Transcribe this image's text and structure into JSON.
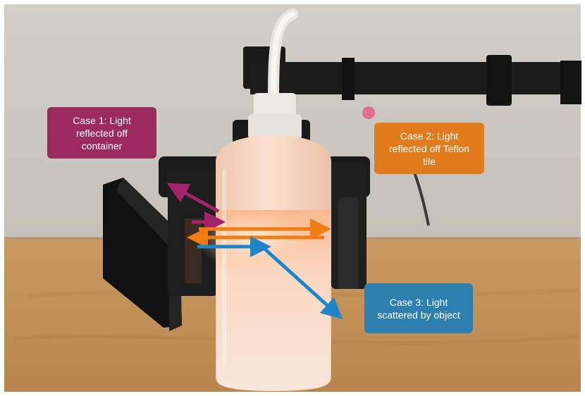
{
  "callouts": {
    "case1": {
      "label": "Case 1: Light\nreflected off\ncontainer",
      "color": "#9b2a5f"
    },
    "case2": {
      "label": "Case 2: Light\nreflected off Teflon\ntile",
      "color": "#e07b1e"
    },
    "case3": {
      "label": "Case 3: Light\nscattered by object",
      "color": "#2d7fb0"
    }
  },
  "arrow_colors": {
    "case1": "#a3246a",
    "case2": "#ef7d14",
    "case3": "#1e86c8"
  }
}
